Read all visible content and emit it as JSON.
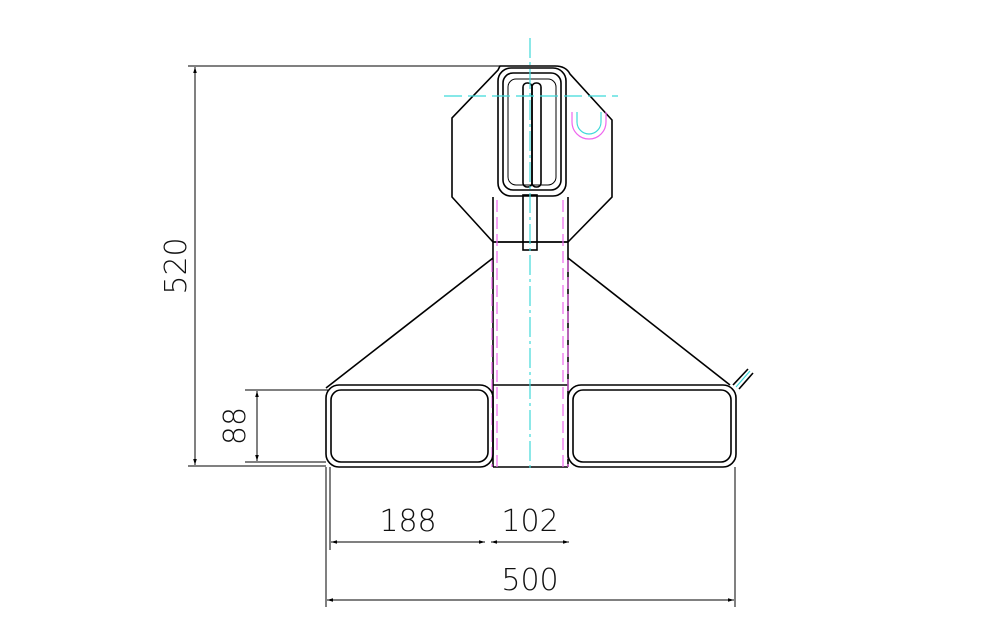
{
  "dimensions": {
    "height_total": "520",
    "tube_height": "88",
    "tube_width": "188",
    "gap_width": "102",
    "width_total": "500"
  },
  "colors": {
    "outline": "#000000",
    "centerline": "#3fd9d9",
    "hidden_line": "#ee66ee"
  }
}
